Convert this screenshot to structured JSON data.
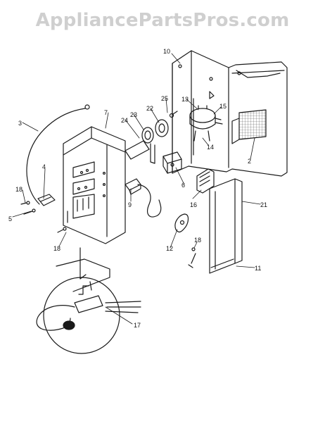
{
  "watermark": "AppliancePartsPros.com",
  "callouts": [
    "10",
    "13",
    "25",
    "15",
    "7",
    "23",
    "22",
    "3",
    "24",
    "14",
    "2",
    "4",
    "6",
    "18",
    "9",
    "16",
    "21",
    "5",
    "12",
    "18",
    "18",
    "11",
    "17"
  ],
  "colors": {
    "line": "#1a1a1a",
    "mesh": "#555555",
    "watermark": "#cfcfcf"
  }
}
